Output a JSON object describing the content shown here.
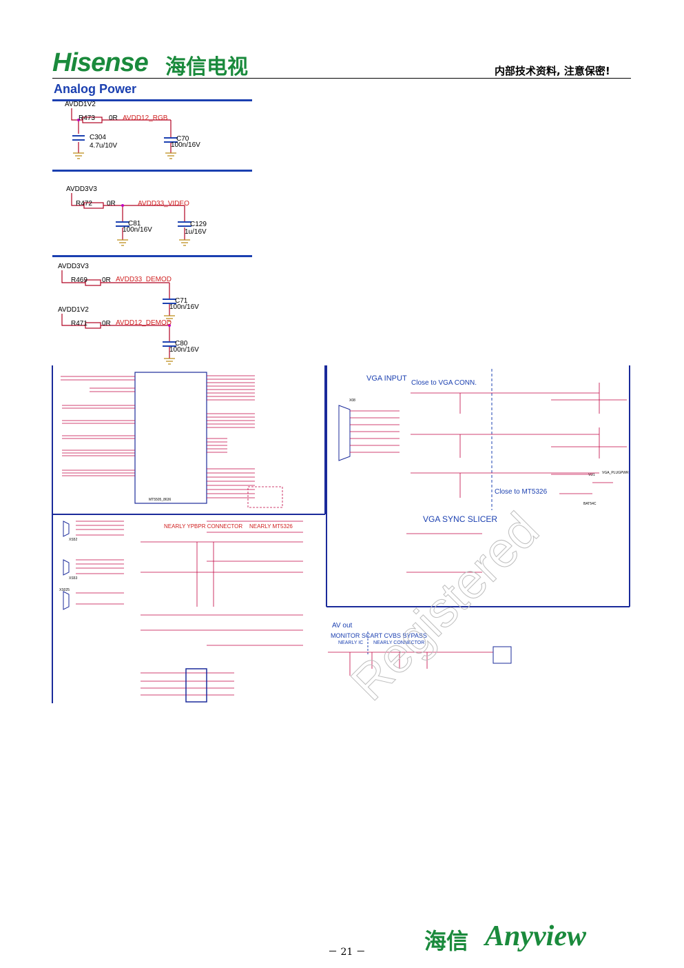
{
  "header": {
    "logo_text": "Hisense",
    "logo_cn": "海信电视",
    "confidential_note": "内部技术资料, 注意保密!"
  },
  "section": {
    "title": "Analog Power"
  },
  "block1": {
    "net_in": "AVDD1V2",
    "resistor": "R473",
    "resistor_value": "0R",
    "net_out": "AVDD12_RGB",
    "cap1_name": "C304",
    "cap1_value": "4.7u/10V",
    "cap2_name": "C70",
    "cap2_value": "100n/16V"
  },
  "block2": {
    "net_in": "AVDD3V3",
    "resistor": "R472",
    "resistor_value": "0R",
    "net_out": "AVDD33_VIDEO",
    "cap1_name": "C81",
    "cap1_value": "100n/16V",
    "cap2_name": "C129",
    "cap2_value": "1u/16V"
  },
  "block3": {
    "net_in": "AVDD3V3",
    "resistor": "R469",
    "resistor_value": "0R",
    "net_out": "AVDD33_DEMOD",
    "cap_name": "C71",
    "cap_value": "100n/16V"
  },
  "block4": {
    "net_in": "AVDD1V2",
    "resistor": "R471",
    "resistor_value": "0R",
    "net_out": "AVDD12_DEMOD",
    "cap_name": "C80",
    "cap_value": "100n/16V"
  },
  "schematic_labels": {
    "ic_name": "MT5505_8636",
    "vga_input": "VGA INPUT",
    "close_vga": "Close to VGA CONN.",
    "close_mt5326": "Close to MT5326",
    "vga_sync": "VGA SYNC SLICER",
    "nearly_ypbpr": "NEARLY YPBPR CONNECTOR",
    "nearly_mt5326": "NEARLY MT5326",
    "av_out": "AV out",
    "monitor_scart": "MONITOR SCART CVBS BYPASS",
    "nearly_ic": "NEARLY IC",
    "nearly_connector": "NEARLY CONNECTOR",
    "connector_vga": "X08",
    "connector_av1": "XS52",
    "connector_av2": "XS53",
    "connector_av3": "XS025",
    "diode": "VD1",
    "diode_part": "BAT54C",
    "vga_plugpwr": "VGA_PLUGPWR"
  },
  "watermark": "Registered",
  "footer": {
    "page_number": "－ 21 －",
    "brand_cn": "海信",
    "brand_en": "Anyview"
  }
}
